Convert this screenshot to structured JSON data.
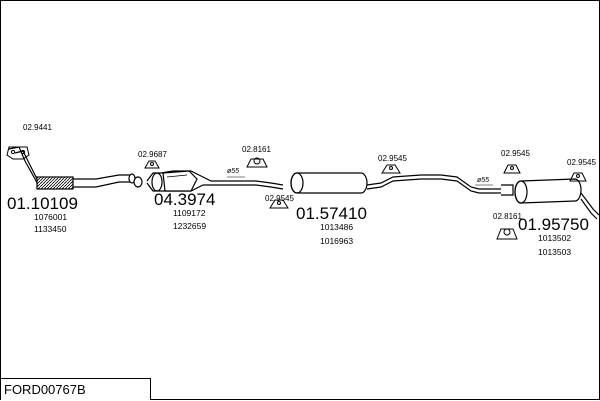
{
  "diagram_code": "FORD00767B",
  "sections": [
    {
      "part_number": "01.10109",
      "refs": [
        "1076001",
        "1133450"
      ]
    },
    {
      "part_number": "04.3974",
      "refs": [
        "1109172",
        "1232659"
      ]
    },
    {
      "part_number": "01.57410",
      "refs": [
        "1013486",
        "1016963"
      ]
    },
    {
      "part_number": "01.95750",
      "refs": [
        "1013502",
        "1013503"
      ]
    }
  ],
  "accessories": {
    "gasket_front": "02.9441",
    "clamp_cat": "02.9687",
    "hanger_1": "02.8161",
    "clamp_mid": "02.9545",
    "clamp_muffler": "02.9545",
    "clamp_rear_a": "02.9545",
    "clamp_rear_b": "02.9545",
    "hanger_rear": "02.8161"
  },
  "pipe_diameters": {
    "d1": "ø55",
    "d2": "ø55"
  }
}
